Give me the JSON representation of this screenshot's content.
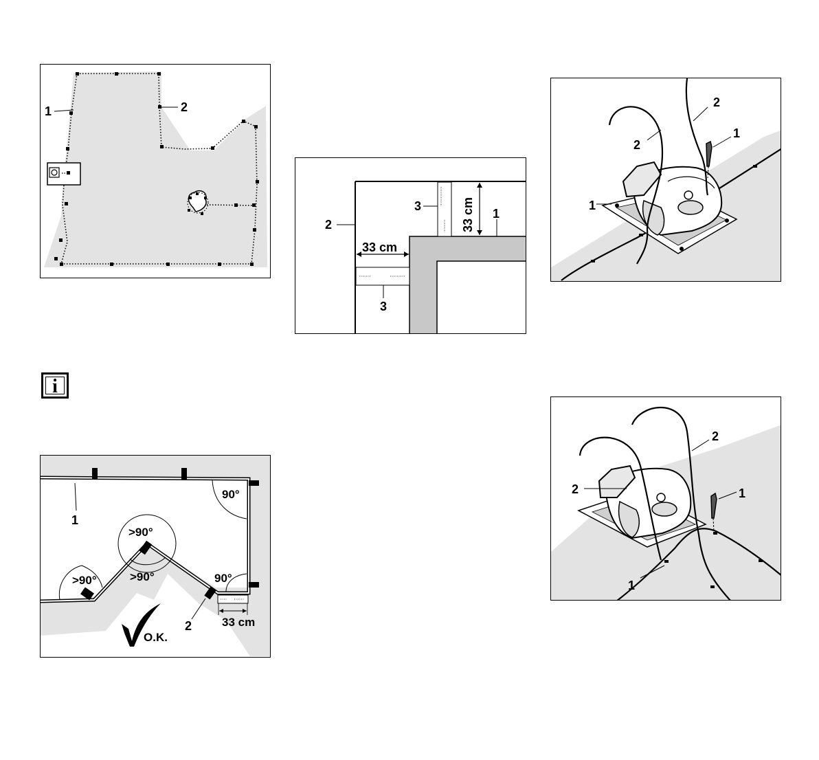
{
  "fig1": {
    "label_1": "1",
    "label_2": "2"
  },
  "fig2": {
    "dimension_horizontal": "33 cm",
    "dimension_vertical": "33 cm",
    "label_1": "1",
    "label_2": "2",
    "label_3_top": "3",
    "label_3_bottom": "3"
  },
  "fig3": {
    "label_1": "1",
    "label_2a": "2",
    "label_2b": "2"
  },
  "info": {
    "icon_glyph": "i"
  },
  "fig4": {
    "label_1": "1",
    "label_2": "2",
    "angle_top_right": "90°",
    "angle_bottom_right": "90°",
    "angle_left": ">90°",
    "angle_peak_outer": ">90°",
    "angle_peak_inner": ">90°",
    "dimension": "33 cm",
    "ok_text": "O.K."
  },
  "fig5": {
    "label_1a": "1",
    "label_1b": "1",
    "label_2a": "2",
    "label_2b": "2"
  }
}
